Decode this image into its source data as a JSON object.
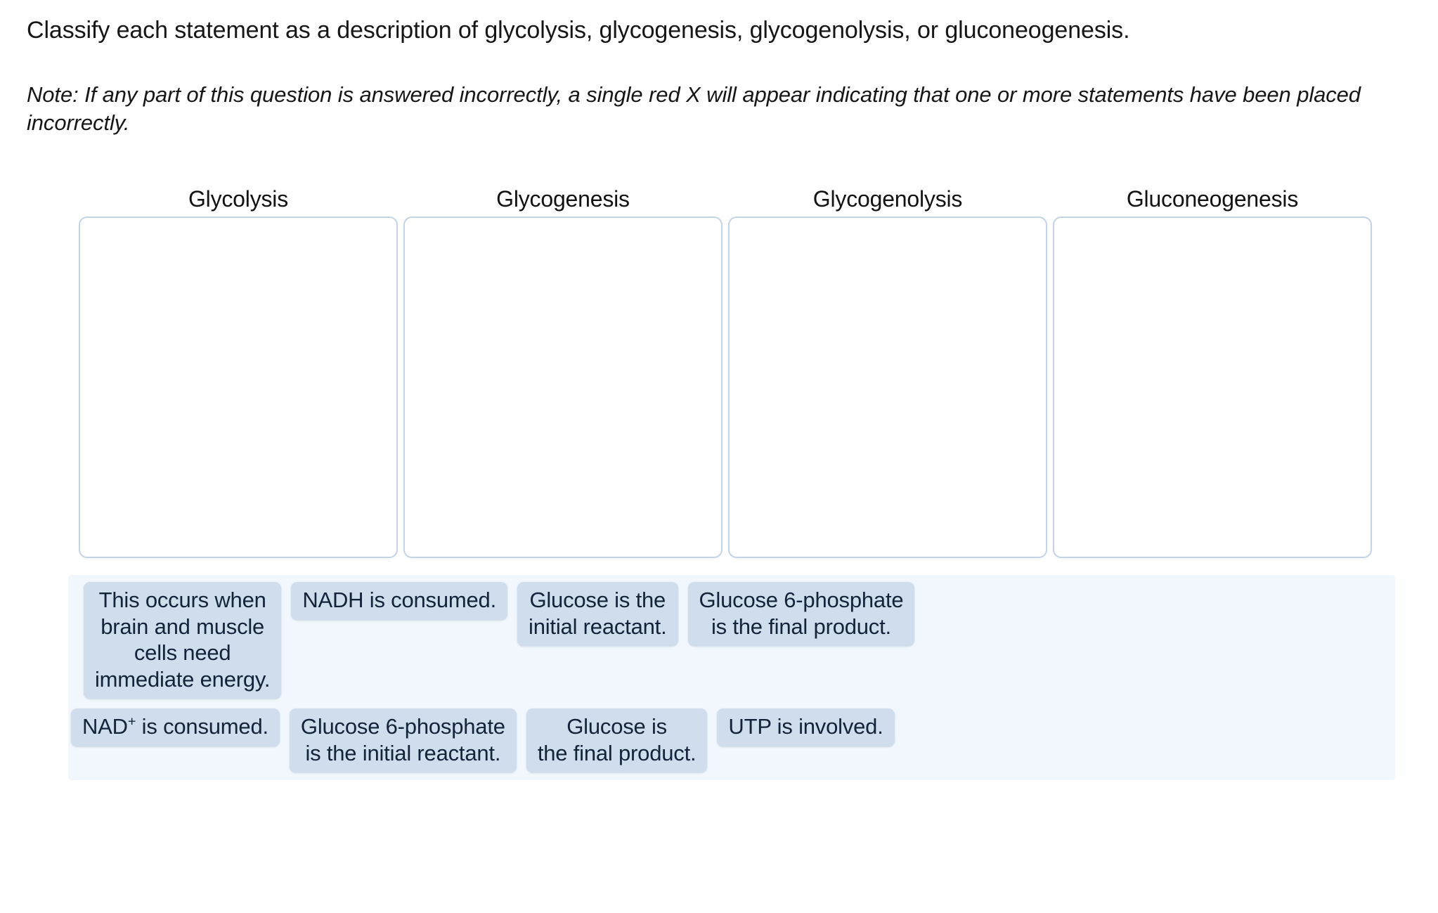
{
  "prompt": "Classify each statement as a description of glycolysis, glycogenesis, glycogenolysis, or gluconeogenesis.",
  "note": "Note: If any part of this question is answered incorrectly, a single red X will appear indicating that one or more statements have been placed incorrectly.",
  "colors": {
    "tile_background": "#cfdded",
    "tile_text": "#14223a",
    "bank_background": "#f1f7fc",
    "dropzone_border": "#c3d4e6",
    "dropzone_background": "#ffffff",
    "page_background": "#ffffff"
  },
  "columns": [
    {
      "header": "Glycolysis",
      "items": []
    },
    {
      "header": "Glycogenesis",
      "items": []
    },
    {
      "header": "Glycogenolysis",
      "items": []
    },
    {
      "header": "Gluconeogenesis",
      "items": []
    }
  ],
  "bank": {
    "rows": [
      [
        {
          "text": "This occurs when\nbrain and muscle\ncells need\nimmediate energy."
        },
        {
          "text": "NADH is consumed."
        },
        {
          "text": "Glucose is the\ninitial reactant."
        },
        {
          "text": "Glucose 6-phosphate\nis the final product."
        }
      ],
      [
        {
          "text": "NAD+ is consumed.",
          "html": "NAD<sup>+</sup> is consumed."
        },
        {
          "text": "Glucose 6-phosphate\nis the initial reactant."
        },
        {
          "text": "Glucose is\nthe final product."
        },
        {
          "text": "UTP is involved."
        }
      ]
    ]
  }
}
